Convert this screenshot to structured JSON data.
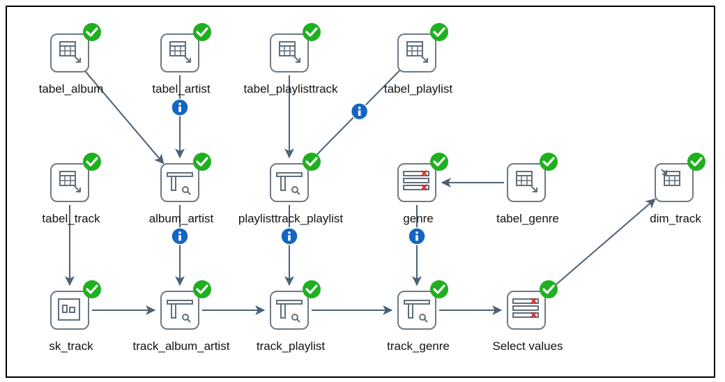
{
  "nodes": {
    "tabel_album": {
      "label": "tabel_album",
      "icon": "table-input-icon"
    },
    "tabel_artist": {
      "label": "tabel_artist",
      "icon": "table-input-icon"
    },
    "tabel_playlisttrack": {
      "label": "tabel_playlisttrack",
      "icon": "table-input-icon"
    },
    "tabel_playlist": {
      "label": "tabel_playlist",
      "icon": "table-input-icon"
    },
    "tabel_track": {
      "label": "tabel_track",
      "icon": "table-input-icon"
    },
    "album_artist": {
      "label": "album_artist",
      "icon": "stream-lookup-icon"
    },
    "playlisttrack_playlist": {
      "label": "playlisttrack_playlist",
      "icon": "stream-lookup-icon"
    },
    "genre": {
      "label": "genre",
      "icon": "select-values-icon"
    },
    "tabel_genre": {
      "label": "tabel_genre",
      "icon": "table-input-icon"
    },
    "dim_track": {
      "label": "dim_track",
      "icon": "table-output-icon"
    },
    "sk_track": {
      "label": "sk_track",
      "icon": "sequence-icon"
    },
    "track_album_artist": {
      "label": "track_album_artist",
      "icon": "stream-lookup-icon"
    },
    "track_playlist": {
      "label": "track_playlist",
      "icon": "stream-lookup-icon"
    },
    "track_genre": {
      "label": "track_genre",
      "icon": "stream-lookup-icon"
    },
    "select_values": {
      "label": "Select values",
      "icon": "select-values-icon"
    }
  },
  "hops": [
    {
      "from": "tabel_album",
      "to": "album_artist",
      "info": false
    },
    {
      "from": "tabel_artist",
      "to": "album_artist",
      "info": true
    },
    {
      "from": "tabel_playlisttrack",
      "to": "playlisttrack_playlist",
      "info": false
    },
    {
      "from": "tabel_playlist",
      "to": "playlisttrack_playlist",
      "info": true
    },
    {
      "from": "tabel_genre",
      "to": "genre",
      "info": false
    },
    {
      "from": "tabel_track",
      "to": "sk_track",
      "info": false
    },
    {
      "from": "album_artist",
      "to": "track_album_artist",
      "info": true
    },
    {
      "from": "playlisttrack_playlist",
      "to": "track_playlist",
      "info": true
    },
    {
      "from": "genre",
      "to": "track_genre",
      "info": true
    },
    {
      "from": "sk_track",
      "to": "track_album_artist",
      "info": false
    },
    {
      "from": "track_album_artist",
      "to": "track_playlist",
      "info": false
    },
    {
      "from": "track_playlist",
      "to": "track_genre",
      "info": false
    },
    {
      "from": "track_genre",
      "to": "select_values",
      "info": false
    },
    {
      "from": "select_values",
      "to": "dim_track",
      "info": false
    }
  ],
  "status": {
    "icon": "check-icon",
    "color": "#1eb01e"
  },
  "colors": {
    "edge": "#4b6175",
    "node_border": "#6c7a86",
    "info": "#1565c0",
    "cross": "#e02020"
  }
}
